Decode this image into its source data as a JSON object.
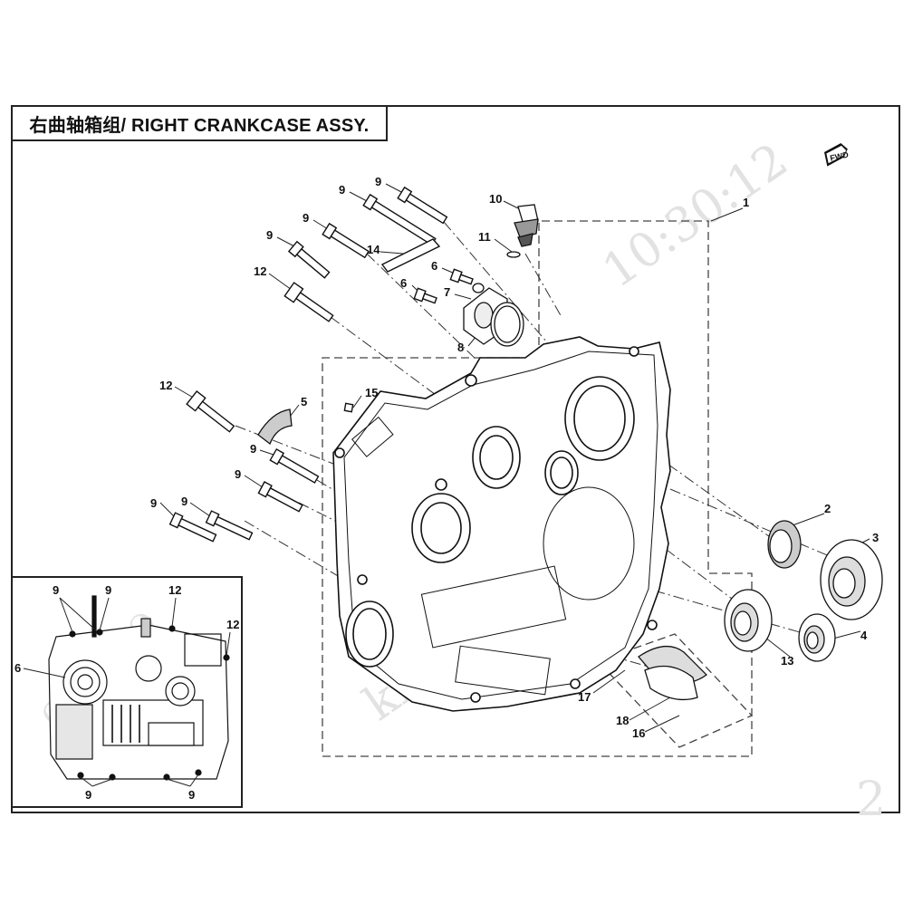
{
  "title": "右曲轴箱组/ RIGHT CRANKCASE ASSY.",
  "fwd_label": "FWD",
  "watermark": {
    "time": "10:30:12",
    "text": "kf-yx 2023-23",
    "corner": "2",
    "inset": "CFMOTO"
  },
  "callouts": [
    {
      "id": "c9a",
      "text": "9"
    },
    {
      "id": "c9b",
      "text": "9"
    },
    {
      "id": "c9c",
      "text": "9"
    },
    {
      "id": "c9d",
      "text": "9"
    },
    {
      "id": "c12a",
      "text": "12"
    },
    {
      "id": "c10",
      "text": "10"
    },
    {
      "id": "c11",
      "text": "11"
    },
    {
      "id": "c14",
      "text": "14"
    },
    {
      "id": "c6a",
      "text": "6"
    },
    {
      "id": "c6b",
      "text": "6"
    },
    {
      "id": "c7",
      "text": "7"
    },
    {
      "id": "c8",
      "text": "8"
    },
    {
      "id": "c1",
      "text": "1"
    },
    {
      "id": "c12b",
      "text": "12"
    },
    {
      "id": "c15",
      "text": "15"
    },
    {
      "id": "c5",
      "text": "5"
    },
    {
      "id": "c9e",
      "text": "9"
    },
    {
      "id": "c9f",
      "text": "9"
    },
    {
      "id": "c9g",
      "text": "9"
    },
    {
      "id": "c9h",
      "text": "9"
    },
    {
      "id": "c2",
      "text": "2"
    },
    {
      "id": "c3",
      "text": "3"
    },
    {
      "id": "c4",
      "text": "4"
    },
    {
      "id": "c13",
      "text": "13"
    },
    {
      "id": "c17",
      "text": "17"
    },
    {
      "id": "c18",
      "text": "18"
    },
    {
      "id": "c16",
      "text": "16"
    }
  ],
  "inset_callouts": [
    {
      "id": "i9a",
      "text": "9"
    },
    {
      "id": "i9b",
      "text": "9"
    },
    {
      "id": "i12a",
      "text": "12"
    },
    {
      "id": "i12b",
      "text": "12"
    },
    {
      "id": "i6",
      "text": "6"
    },
    {
      "id": "i9c",
      "text": "9"
    },
    {
      "id": "i9d",
      "text": "9"
    }
  ]
}
